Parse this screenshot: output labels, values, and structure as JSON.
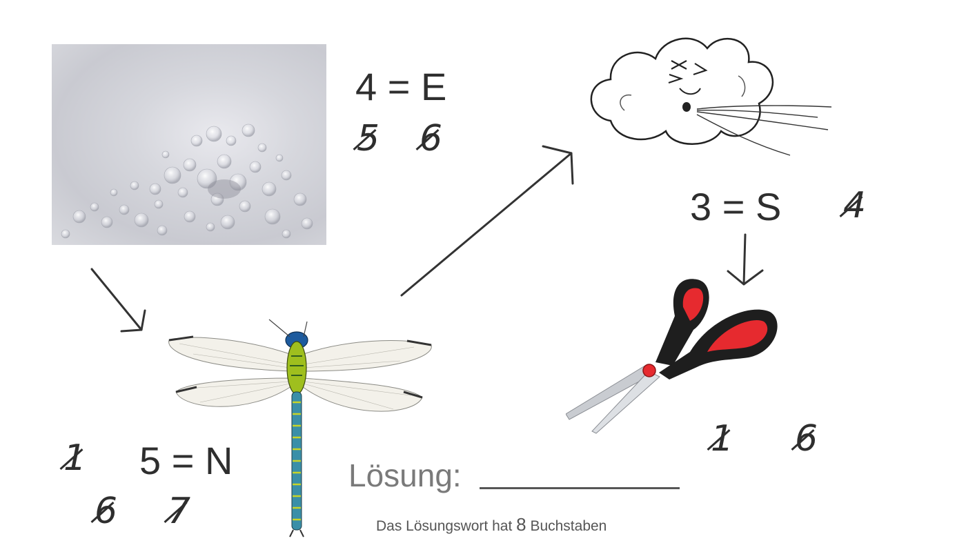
{
  "clues": {
    "foam": {
      "answer": "4 = E",
      "struck": [
        "5",
        "6"
      ]
    },
    "wind": {
      "answer": "3 = S",
      "struck": [
        "4"
      ]
    },
    "scissors": {
      "struck": [
        "1",
        "6"
      ]
    },
    "dragonfly": {
      "answer": "5 = N",
      "struck_left": "1",
      "struck_bottom": [
        "6",
        "7"
      ]
    }
  },
  "solution": {
    "label": "Lösung:"
  },
  "note": {
    "before": "Das Lösungswort hat",
    "count": "8",
    "after": "Buchstaben"
  },
  "images": [
    "foam-bubbles-photo",
    "wind-cloud-drawing",
    "scissors-photo",
    "dragonfly-photo"
  ]
}
